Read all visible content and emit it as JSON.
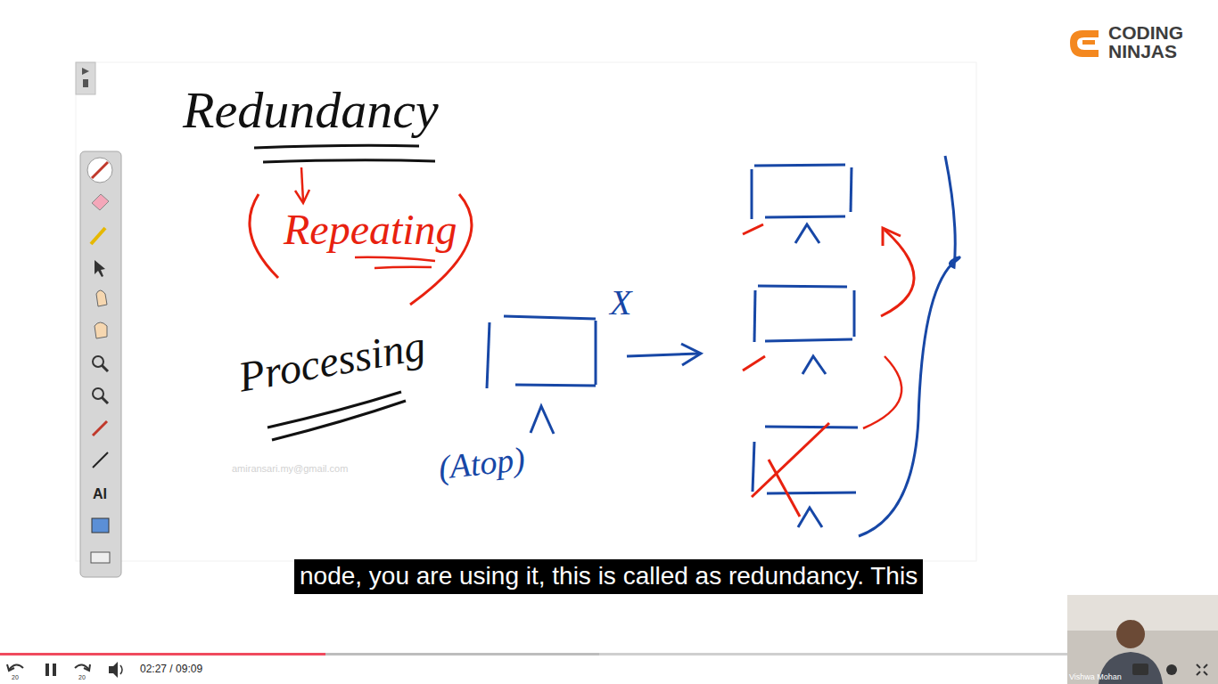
{
  "diagram": {
    "labels": [
      "Redundancy",
      "Repeating",
      "Processing",
      "(Atop)",
      "X",
      "amiransari.my@gmail.com",
      "CODING",
      "NINJAS",
      "AI",
      "node, you are using it, this is called as redundancy. This",
      "20",
      "20",
      "02:27 / 09:09",
      "Vishwa Mohan"
    ]
  }
}
